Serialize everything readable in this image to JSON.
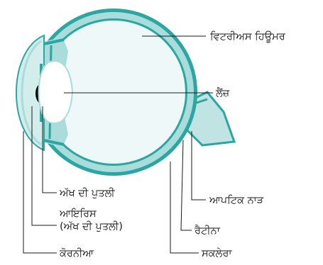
{
  "labels": {
    "vitreous": "ਵਿਟਰੀਅਸ ਹਿਊਮਰ",
    "lens": "ਲੈਂਜ਼",
    "optic_nerve": "ਆਪਟਿਕ ਨਾੜ",
    "retina": "ਰੈਟੀਨਾ",
    "sclera": "ਸਕਲੇਰਾ",
    "pupil": "ਅੱਖ ਦੀ ਪੁਤਲੀ",
    "iris_line1": "ਆਇਰਿਸ",
    "iris_line2": "(ਅੱਖ ਦੀ ਪੁਤਲੀ)",
    "cornea": "ਕੋਰਨੀਆ"
  },
  "colors": {
    "sclera": "#2aa6a3",
    "choroid": "#a9dcdb",
    "vitreous": "#eef8f8",
    "cornea": "#d3ecec",
    "lens": "#ffffff",
    "pupil": "#000000",
    "line": "#1a1a1a"
  }
}
